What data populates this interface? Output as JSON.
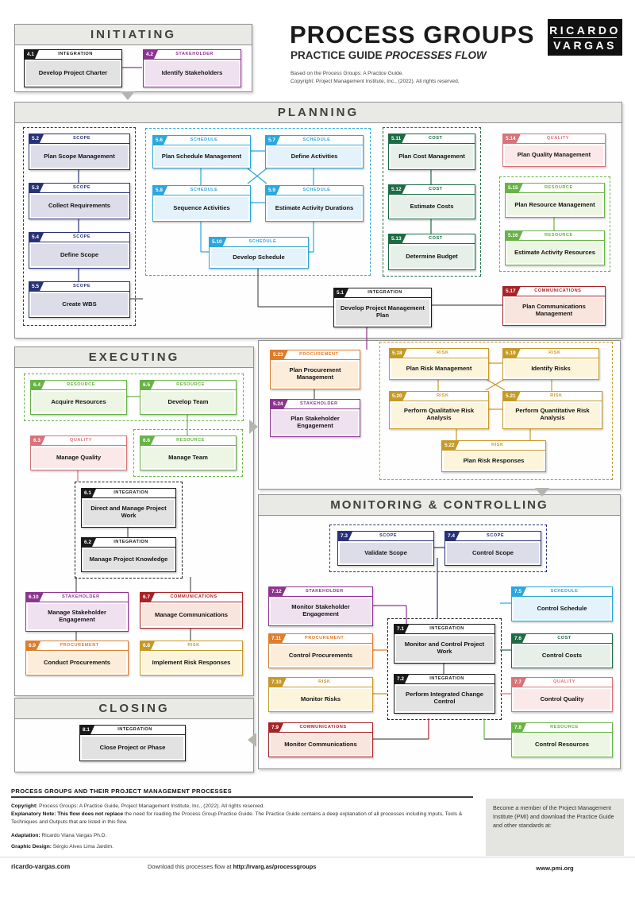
{
  "header": {
    "title": "PROCESS GROUPS",
    "subtitle_regular": "PRACTICE GUIDE ",
    "subtitle_italic": "PROCESSES FLOW",
    "source_line1": "Based on the Process Groups: A Practice Guide.",
    "source_line2": "Copyright: Project Management Institute, Inc., (2022). All rights reserved.",
    "logo_line1": "RICARDO",
    "logo_line2": "VARGAS"
  },
  "sections": {
    "initiating": {
      "title": "INITIATING"
    },
    "planning": {
      "title": "PLANNING"
    },
    "executing": {
      "title": "EXECUTING"
    },
    "monitoring": {
      "title": "MONITORING & CONTROLLING"
    },
    "closing": {
      "title": "CLOSING"
    }
  },
  "categories": {
    "integration": {
      "label": "INTEGRATION",
      "color": "#1a1a1a",
      "fill": "#e2e2e2"
    },
    "scope": {
      "label": "SCOPE",
      "color": "#283377",
      "fill": "#dcdde9"
    },
    "schedule": {
      "label": "SCHEDULE",
      "color": "#29a8e0",
      "fill": "#e3f2fb"
    },
    "cost": {
      "label": "COST",
      "color": "#1d6b45",
      "fill": "#e6efe8"
    },
    "quality": {
      "label": "QUALITY",
      "color": "#d9737a",
      "fill": "#fbe9e9"
    },
    "resource": {
      "label": "RESOURCE",
      "color": "#67b346",
      "fill": "#edf6e4"
    },
    "communications": {
      "label": "COMMUNICATIONS",
      "color": "#a82326",
      "fill": "#f8e5de"
    },
    "risk": {
      "label": "RISK",
      "color": "#c79a25",
      "fill": "#fcf5dc"
    },
    "procurement": {
      "label": "PROCUREMENT",
      "color": "#df7d2c",
      "fill": "#fcecda"
    },
    "stakeholder": {
      "label": "STAKEHOLDER",
      "color": "#8e3490",
      "fill": "#f0e1f0"
    }
  },
  "processes": [
    {
      "num": "4.1",
      "name": "Develop Project Charter",
      "category": "integration",
      "section": "initiating"
    },
    {
      "num": "4.2",
      "name": "Identify Stakeholders",
      "category": "stakeholder",
      "section": "initiating"
    },
    {
      "num": "5.1",
      "name": "Develop Project Management Plan",
      "category": "integration",
      "section": "planning"
    },
    {
      "num": "5.2",
      "name": "Plan Scope Management",
      "category": "scope",
      "section": "planning"
    },
    {
      "num": "5.3",
      "name": "Collect Requirements",
      "category": "scope",
      "section": "planning"
    },
    {
      "num": "5.4",
      "name": "Define Scope",
      "category": "scope",
      "section": "planning"
    },
    {
      "num": "5.5",
      "name": "Create WBS",
      "category": "scope",
      "section": "planning"
    },
    {
      "num": "5.6",
      "name": "Plan Schedule Management",
      "category": "schedule",
      "section": "planning"
    },
    {
      "num": "5.7",
      "name": "Define Activities",
      "category": "schedule",
      "section": "planning"
    },
    {
      "num": "5.8",
      "name": "Sequence Activities",
      "category": "schedule",
      "section": "planning"
    },
    {
      "num": "5.9",
      "name": "Estimate Activity Durations",
      "category": "schedule",
      "section": "planning"
    },
    {
      "num": "5.10",
      "name": "Develop Schedule",
      "category": "schedule",
      "section": "planning"
    },
    {
      "num": "5.11",
      "name": "Plan Cost Management",
      "category": "cost",
      "section": "planning"
    },
    {
      "num": "5.12",
      "name": "Estimate Costs",
      "category": "cost",
      "section": "planning"
    },
    {
      "num": "5.13",
      "name": "Determine Budget",
      "category": "cost",
      "section": "planning"
    },
    {
      "num": "5.14",
      "name": "Plan Quality Management",
      "category": "quality",
      "section": "planning"
    },
    {
      "num": "5.15",
      "name": "Plan Resource Management",
      "category": "resource",
      "section": "planning"
    },
    {
      "num": "5.16",
      "name": "Estimate Activity Resources",
      "category": "resource",
      "section": "planning"
    },
    {
      "num": "5.17",
      "name": "Plan Communications Management",
      "category": "communications",
      "section": "planning"
    },
    {
      "num": "5.18",
      "name": "Plan Risk Management",
      "category": "risk",
      "section": "planning"
    },
    {
      "num": "5.19",
      "name": "Identify Risks",
      "category": "risk",
      "section": "planning"
    },
    {
      "num": "5.20",
      "name": "Perform Qualitative Risk Analysis",
      "category": "risk",
      "section": "planning"
    },
    {
      "num": "5.21",
      "name": "Perform Quantitative Risk Analysis",
      "category": "risk",
      "section": "planning"
    },
    {
      "num": "5.22",
      "name": "Plan Risk Responses",
      "category": "risk",
      "section": "planning"
    },
    {
      "num": "5.23",
      "name": "Plan Procurement Management",
      "category": "procurement",
      "section": "planning"
    },
    {
      "num": "5.24",
      "name": "Plan Stakeholder Engagement",
      "category": "stakeholder",
      "section": "planning"
    },
    {
      "num": "6.1",
      "name": "Direct and Manage Project Work",
      "category": "integration",
      "section": "executing"
    },
    {
      "num": "6.2",
      "name": "Manage Project Knowledge",
      "category": "integration",
      "section": "executing"
    },
    {
      "num": "6.3",
      "name": "Manage Quality",
      "category": "quality",
      "section": "executing"
    },
    {
      "num": "6.4",
      "name": "Acquire Resources",
      "category": "resource",
      "section": "executing"
    },
    {
      "num": "6.5",
      "name": "Develop Team",
      "category": "resource",
      "section": "executing"
    },
    {
      "num": "6.6",
      "name": "Manage Team",
      "category": "resource",
      "section": "executing"
    },
    {
      "num": "6.7",
      "name": "Manage Communications",
      "category": "communications",
      "section": "executing"
    },
    {
      "num": "6.8",
      "name": "Implement Risk Responses",
      "category": "risk",
      "section": "executing"
    },
    {
      "num": "6.9",
      "name": "Conduct Procurements",
      "category": "procurement",
      "section": "executing"
    },
    {
      "num": "6.10",
      "name": "Manage Stakeholder Engagement",
      "category": "stakeholder",
      "section": "executing"
    },
    {
      "num": "7.1",
      "name": "Monitor and Control Project Work",
      "category": "integration",
      "section": "monitoring"
    },
    {
      "num": "7.2",
      "name": "Perform Integrated Change Control",
      "category": "integration",
      "section": "monitoring"
    },
    {
      "num": "7.3",
      "name": "Validate Scope",
      "category": "scope",
      "section": "monitoring"
    },
    {
      "num": "7.4",
      "name": "Control Scope",
      "category": "scope",
      "section": "monitoring"
    },
    {
      "num": "7.5",
      "name": "Control Schedule",
      "category": "schedule",
      "section": "monitoring"
    },
    {
      "num": "7.6",
      "name": "Control Costs",
      "category": "cost",
      "section": "monitoring"
    },
    {
      "num": "7.7",
      "name": "Control Quality",
      "category": "quality",
      "section": "monitoring"
    },
    {
      "num": "7.8",
      "name": "Control Resources",
      "category": "resource",
      "section": "monitoring"
    },
    {
      "num": "7.9",
      "name": "Monitor Communications",
      "category": "communications",
      "section": "monitoring"
    },
    {
      "num": "7.10",
      "name": "Monitor Risks",
      "category": "risk",
      "section": "monitoring"
    },
    {
      "num": "7.11",
      "name": "Control Procurements",
      "category": "procurement",
      "section": "monitoring"
    },
    {
      "num": "7.12",
      "name": "Monitor Stakeholder Engagement",
      "category": "stakeholder",
      "section": "monitoring"
    },
    {
      "num": "8.1",
      "name": "Close Project or Phase",
      "category": "integration",
      "section": "closing"
    }
  ],
  "footer": {
    "rule_title": "PROCESS GROUPS AND THEIR PROJECT MANAGEMENT PROCESSES",
    "copyright_label": "Copyright:",
    "copyright_text": " Process Groups: A Practice Guide, Project Management Institute, Inc., (2022). All rights reserved.",
    "note_label": "Explanatory Note:",
    "note_bold": " This flow does not replace",
    "note_text": " the need for reading the Process Group Practice Guide. The Practice Guide contains a deep explanation of all processes including Inputs, Tools & Techniques and Outputs that are listed in this flow.",
    "adaptation_label": "Adaptation:",
    "adaptation_text": " Ricardo Viana Vargas Ph.D.",
    "design_label": "Graphic Design:",
    "design_text": " Sérgio Alves Lima Jardim.",
    "pmi_box_text": "Become a member of the Project Management Institute (PMI) and download the Practice Guide and other standards at:",
    "pmi_url": "www.pmi.org",
    "site": "ricardo-vargas.com",
    "download_prefix": "Download this processes flow at ",
    "download_url": "http://rvarg.as/processgroups"
  }
}
